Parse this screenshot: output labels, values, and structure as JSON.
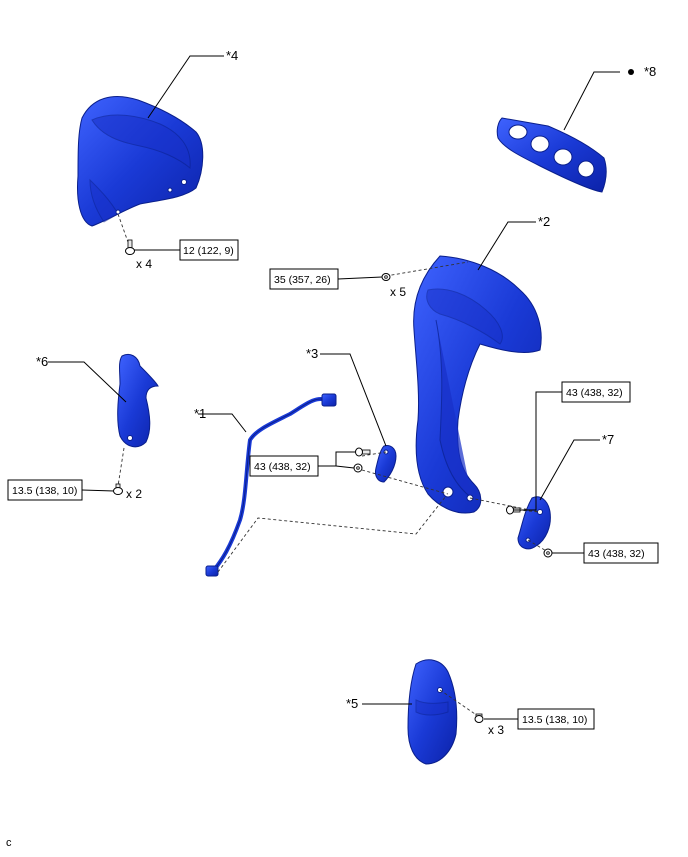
{
  "callouts": {
    "c1": "*1",
    "c2": "*2",
    "c3": "*3",
    "c4": "*4",
    "c5": "*5",
    "c6": "*6",
    "c7": "*7",
    "c8": "*8"
  },
  "torques": {
    "t_c4": "12 (122, 9)",
    "t_c2": "35 (357, 26)",
    "t_c6": "13.5 (138, 10)",
    "t_c3": "43 (438, 32)",
    "t_c7_upper": "43 (438, 32)",
    "t_c7_lower": "43 (438, 32)",
    "t_c5": "13.5 (138, 10)"
  },
  "quantities": {
    "q_c4": "x 4",
    "q_c2": "x 5",
    "q_c6": "x 2",
    "q_c5": "x 3"
  },
  "corner_label": "c",
  "colors": {
    "part_blue": "#1a3ad6",
    "part_edge": "#0a1f8c"
  }
}
